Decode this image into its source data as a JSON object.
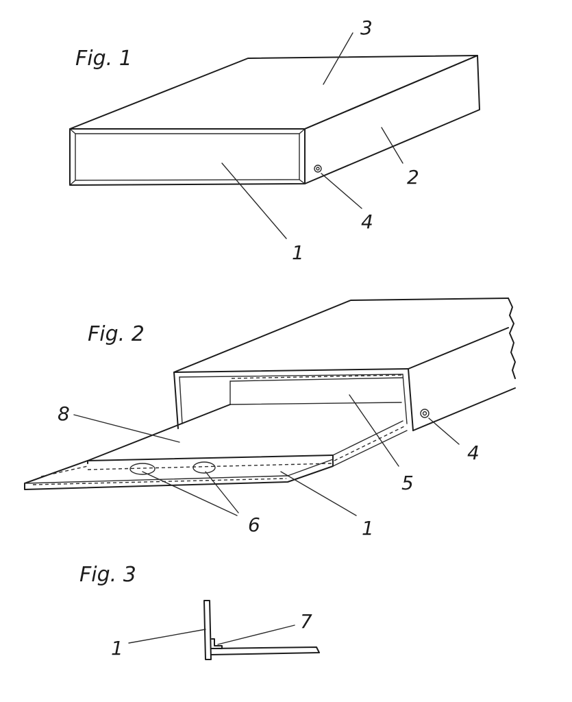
{
  "figures": [
    {
      "title": "Fig. 1",
      "labels": [
        "3",
        "2",
        "4",
        "1"
      ]
    },
    {
      "title": "Fig. 2",
      "labels": [
        "8",
        "5",
        "4",
        "6",
        "1"
      ]
    },
    {
      "title": "Fig. 3",
      "labels": [
        "7",
        "1"
      ]
    }
  ]
}
